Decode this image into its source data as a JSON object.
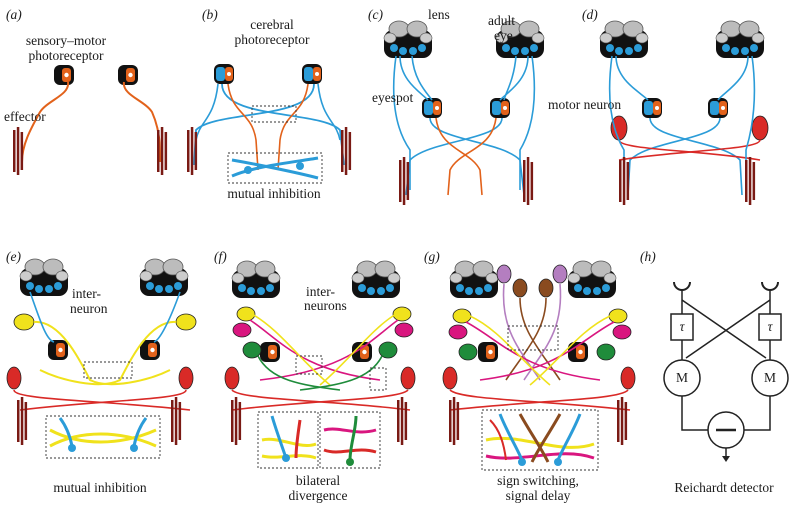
{
  "panels": [
    {
      "letter": "(a)",
      "labels": {
        "photoreceptor": [
          "sensory–motor",
          "photoreceptor"
        ],
        "effector": "effector"
      }
    },
    {
      "letter": "(b)",
      "labels": {
        "photoreceptor": [
          "cerebral",
          "photoreceptor"
        ],
        "caption": "mutual inhibition"
      }
    },
    {
      "letter": "(c)",
      "labels": {
        "lens": "lens",
        "adult_eye": [
          "adult",
          "eye"
        ],
        "eyespot": "eyespot"
      }
    },
    {
      "letter": "(d)",
      "labels": {
        "motor_neuron": "motor neuron"
      }
    },
    {
      "letter": "(e)",
      "labels": {
        "interneuron": [
          "inter-",
          "neuron"
        ],
        "caption": "mutual inhibition"
      }
    },
    {
      "letter": "(f)",
      "labels": {
        "interneurons": [
          "inter-",
          "neurons"
        ],
        "caption": [
          "bilateral",
          "divergence"
        ]
      }
    },
    {
      "letter": "(g)",
      "labels": {
        "caption": [
          "sign switching,",
          "signal delay"
        ]
      }
    },
    {
      "letter": "(h)",
      "labels": {
        "tau": "τ",
        "multiplier": "M",
        "caption": "Reichardt detector"
      }
    }
  ],
  "colors": {
    "orange": "#e2621b",
    "blue": "#2b9cd8",
    "red": "#d92a27",
    "yellow": "#f0e21c",
    "magenta": "#d9167f",
    "green": "#1f8c3b",
    "brown": "#8a4b1f",
    "lilac": "#b47ec0",
    "pigment": "#111111",
    "lens": "#bcbcbc",
    "muscle": "#7a1a14"
  }
}
